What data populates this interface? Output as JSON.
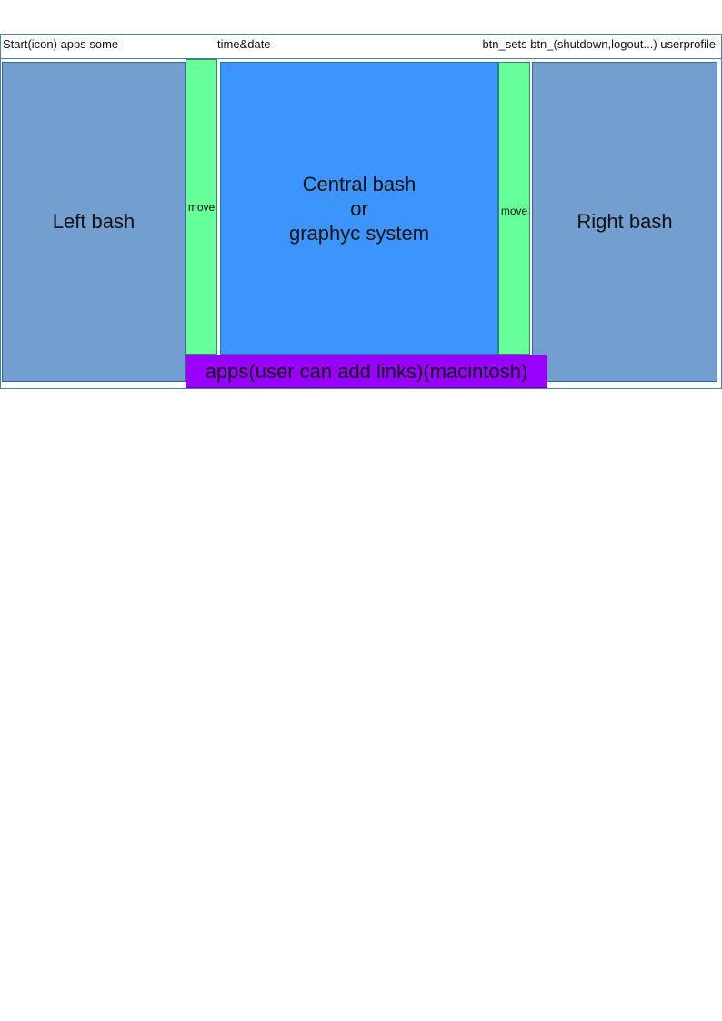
{
  "topbar": {
    "left_text": "Start(icon) apps some",
    "center_text": "time&date",
    "right_text": "btn_sets btn_(shutdown,logout...) userprofile"
  },
  "panels": {
    "left_bash": "Left bash",
    "central_bash": {
      "line1": "Central bash",
      "line2": "or",
      "line3": "graphyc system"
    },
    "right_bash": "Right bash",
    "move_left": "move",
    "move_right": "move",
    "dock": "apps(user can add links)(macintosh)"
  },
  "colors": {
    "side_panels": "#729fcf",
    "central_panel": "#3b95fd",
    "move_handles": "#66ff99",
    "dock": "#9900ff"
  }
}
